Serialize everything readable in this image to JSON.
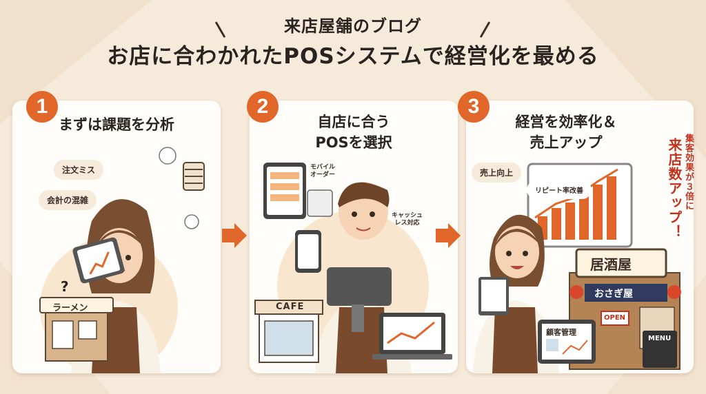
{
  "header": {
    "line1": "来店屋舗のブログ",
    "line2": "お店に合わかれたPOSシステムで経営化を最める"
  },
  "steps": [
    {
      "number": "1",
      "title": "まずは課題を分析",
      "bubbles": [
        "注文ミス",
        "会計の混雑"
      ],
      "question": "?",
      "shop_sign": "ラーメン"
    },
    {
      "number": "2",
      "title_line1": "自店に合う",
      "title_line2": "POSを選択",
      "labels": [
        "モバイル",
        "オーダー",
        "キャッシュ",
        "レス対応"
      ],
      "shop_sign": "CAFE"
    },
    {
      "number": "3",
      "title_line1": "経営を効率化＆",
      "title_line2": "売上アップ",
      "bubbles": [
        "売上向上",
        "リピート率改善"
      ],
      "vertical_callout": [
        "集客効果が３倍に",
        "来店数アップ！"
      ],
      "shop_sign": "居酒屋",
      "noren": "おさぎ屋",
      "open_sign": "OPEN",
      "tablet_label": "顧客管理",
      "menu_board": "MENU"
    }
  ],
  "colors": {
    "accent": "#e0662a",
    "background": "#f6eadb",
    "card": "#fffdf9",
    "apron": "#7a4a2c",
    "callout_red": "#c0321e"
  }
}
